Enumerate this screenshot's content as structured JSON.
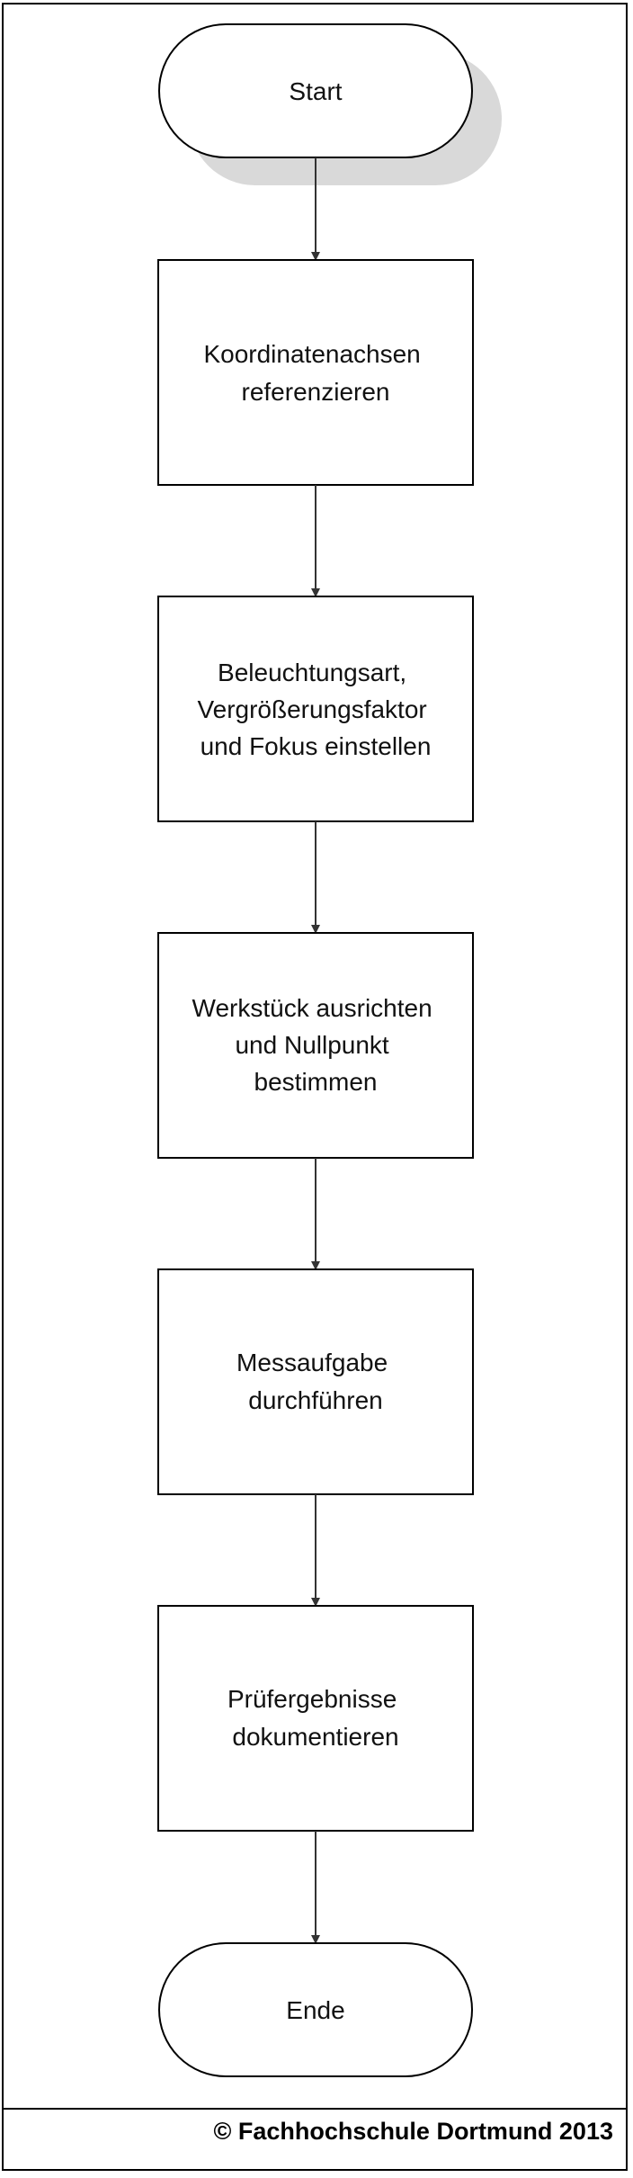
{
  "flowchart": {
    "start": "Start",
    "steps": [
      [
        "Koordinatenachsen",
        "referenzieren"
      ],
      [
        "Beleuchtungsart,",
        "Vergrößerungsfaktor",
        "und Fokus einstellen"
      ],
      [
        "Werkstück ausrichten",
        "und Nullpunkt",
        "bestimmen"
      ],
      [
        "Messaufgabe",
        "durchführen"
      ],
      [
        "Prüfergebnisse",
        "dokumentieren"
      ]
    ],
    "end": "Ende"
  },
  "footer": {
    "copyright": "© Fachhochschule Dortmund 2013"
  },
  "colors": {
    "stroke": "#000000",
    "shadow": "#d9d9d9",
    "text": "#111111"
  }
}
